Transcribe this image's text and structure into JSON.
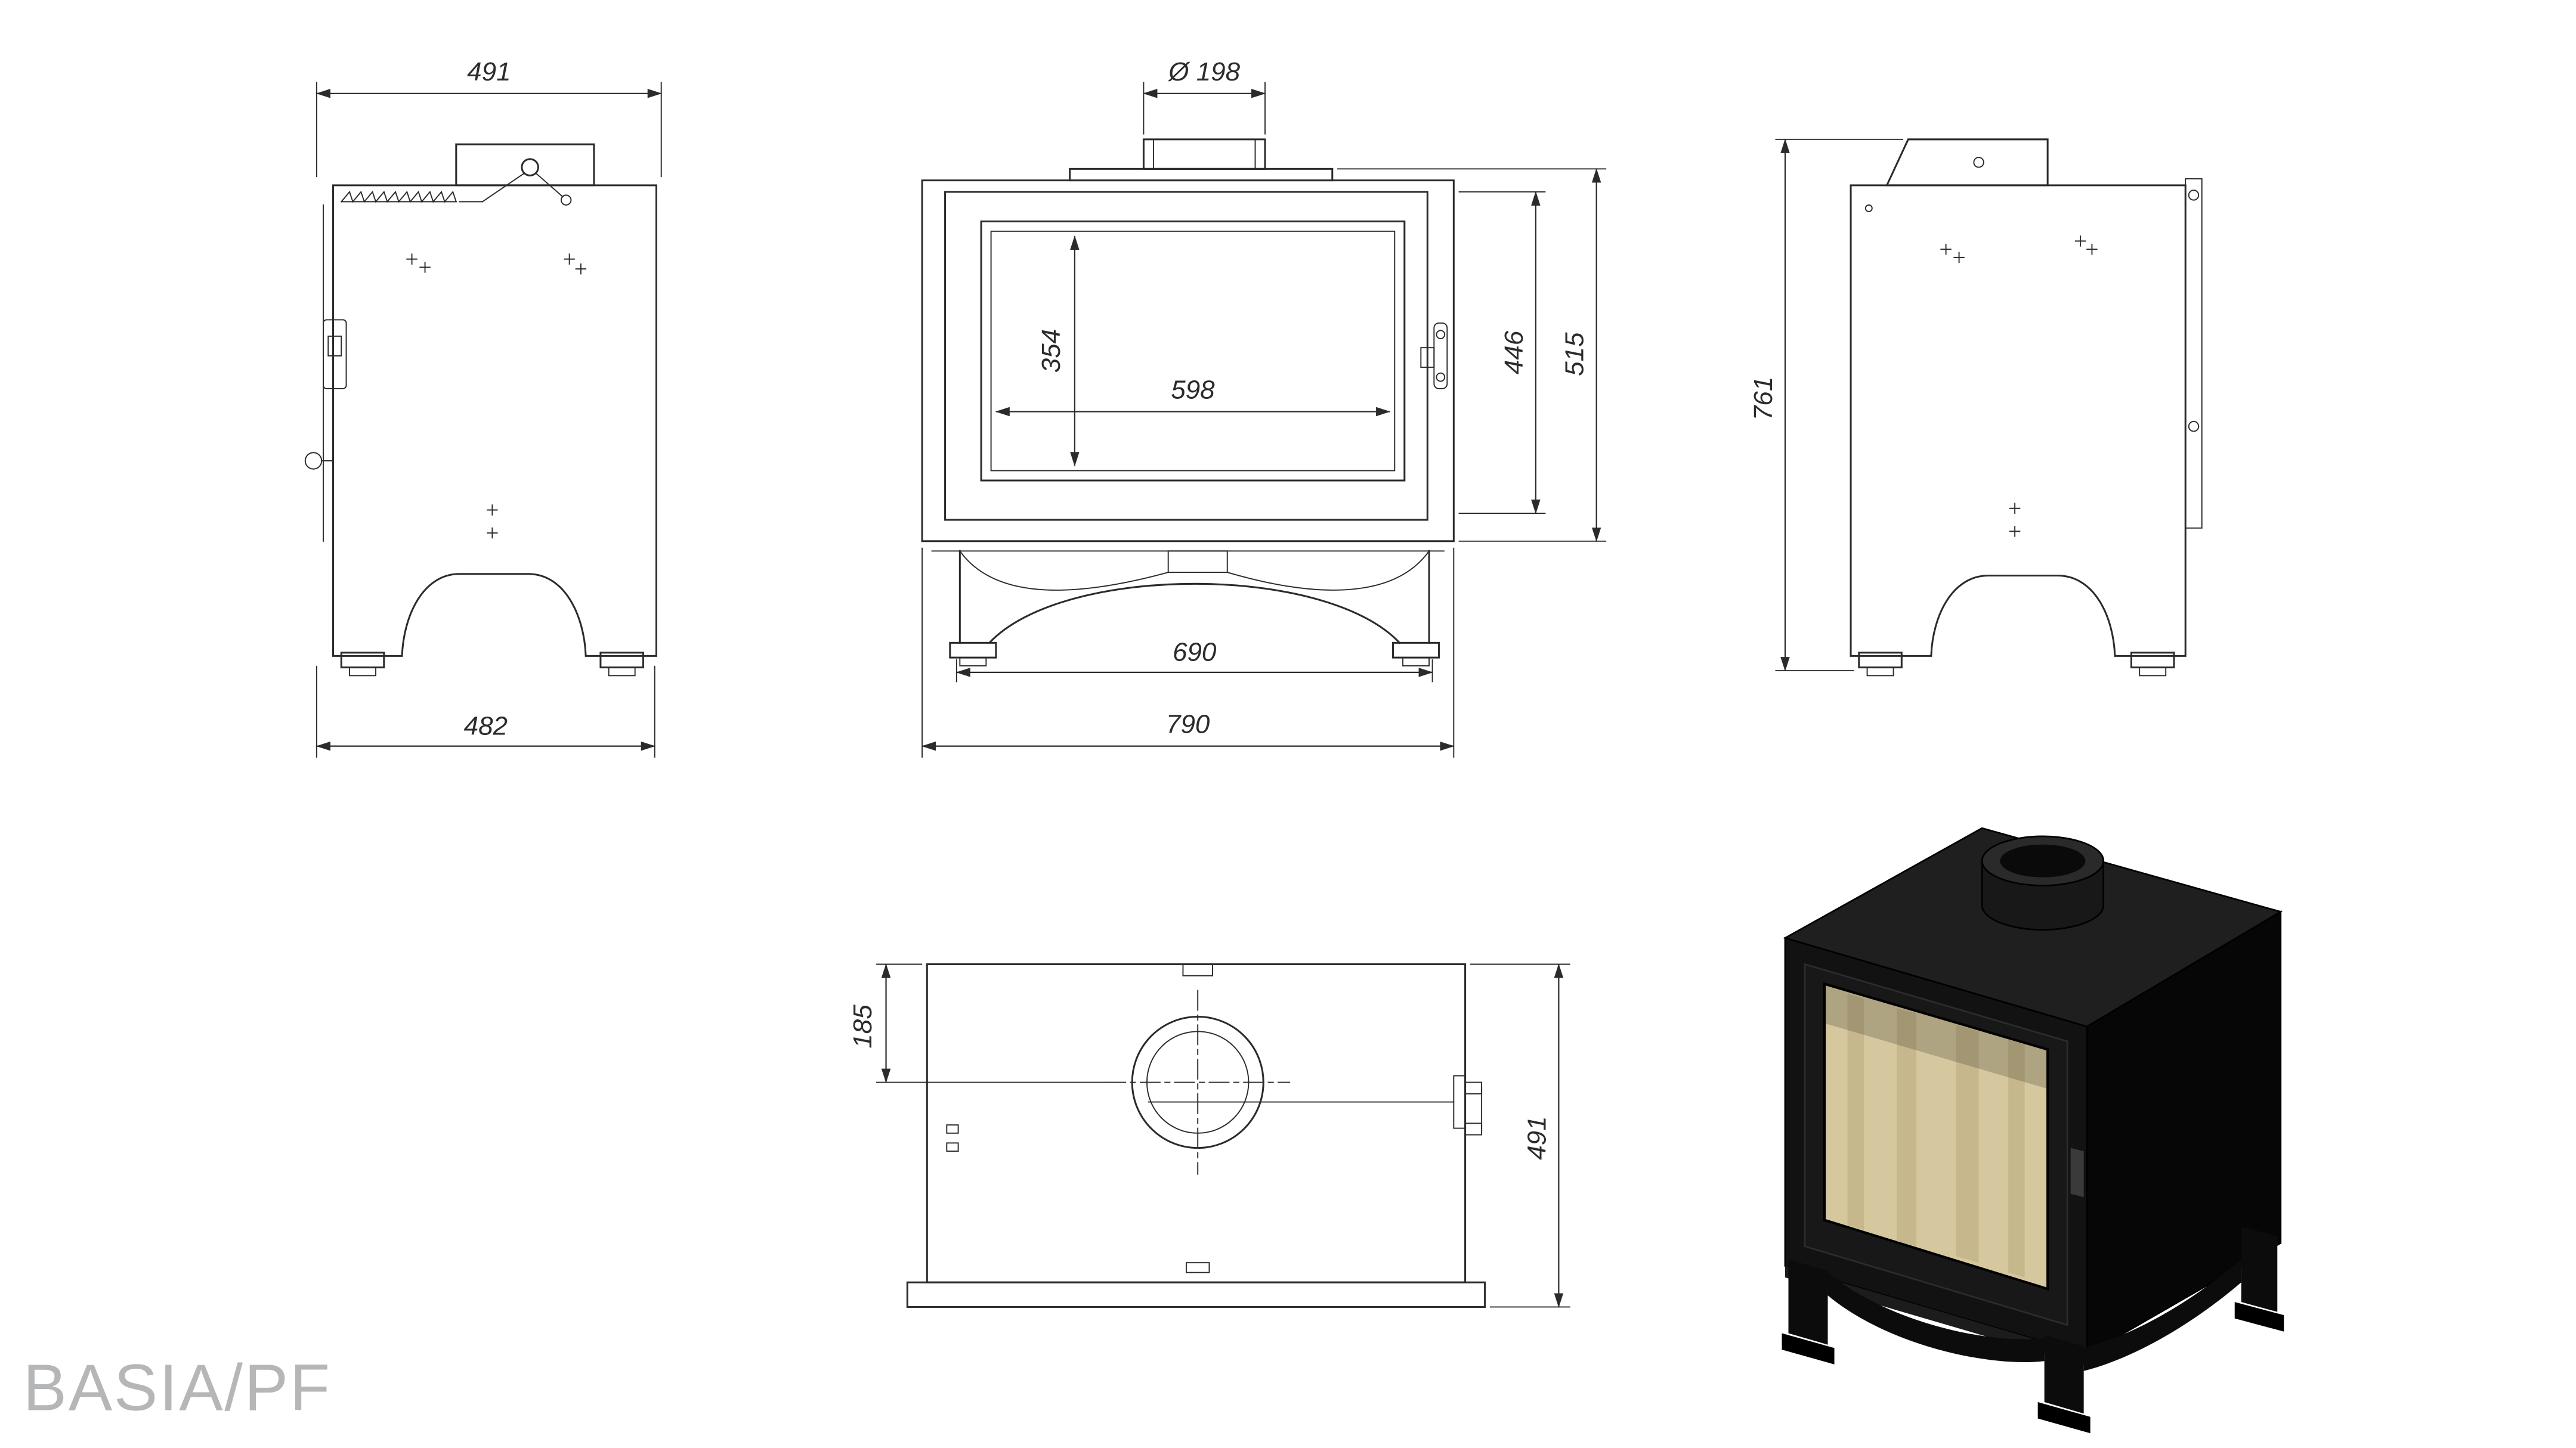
{
  "title": "BASIA/PF",
  "dims": {
    "side_left_top_width": "491",
    "side_left_bottom_width": "482",
    "front_flue_diameter": "Ø 198",
    "front_glass_height": "354",
    "front_glass_width": "598",
    "front_door_height": "446",
    "front_body_height": "515",
    "front_feet_span": "690",
    "front_total_width": "790",
    "side_right_total_height": "761",
    "top_flue_offset": "185",
    "top_depth": "491"
  }
}
